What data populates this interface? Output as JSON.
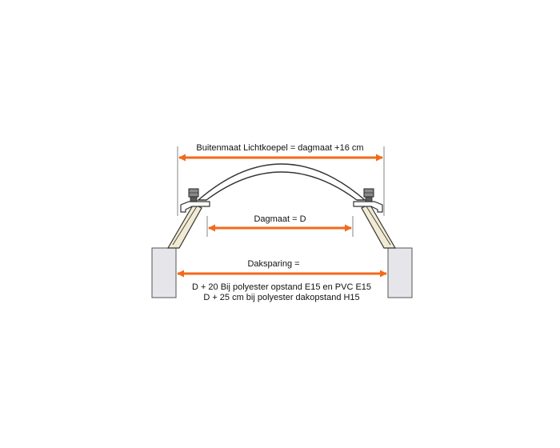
{
  "labels": {
    "outer_size": "Buitenmaat Lichtkoepel = dagmaat +16 cm",
    "daylight_size": "Dagmaat = D",
    "roof_opening_title": "Daksparing =",
    "roof_opening_line1": "D + 20 Bij polyester opstand E15 en PVC E15",
    "roof_opening_line2": "D + 25 cm bij polyester dakopstand H15"
  },
  "colors": {
    "arrow": "#f26a1b",
    "wall_fill": "#e6e6ea",
    "upstand_fill": "#f1ebd3",
    "dome_fill": "#ffffff",
    "bolt_fill": "#8a8a8a",
    "outline": "#333333"
  }
}
